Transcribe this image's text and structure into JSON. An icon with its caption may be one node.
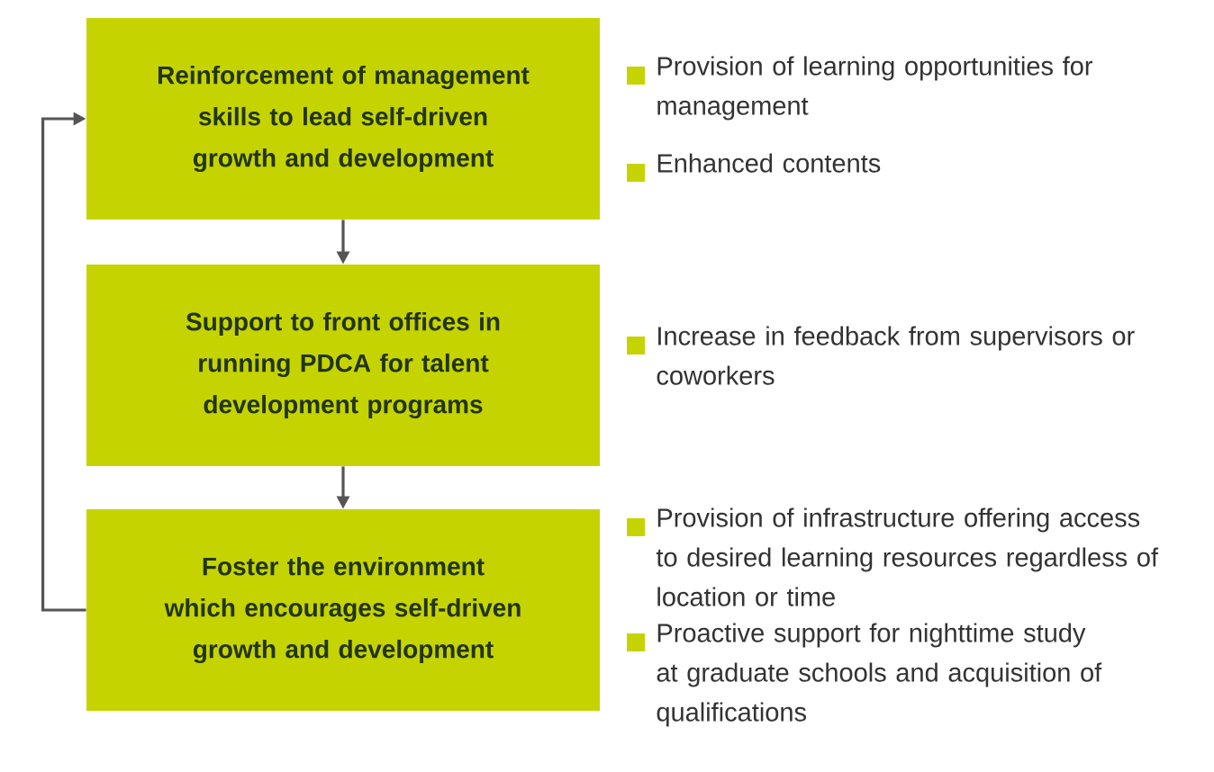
{
  "diagram": {
    "nodes": [
      {
        "text": [
          "Reinforcement of management skills to lead self-driven growth and development"
        ],
        "beside": [
          "Provision of learning opportunities for management",
          "Enhanced contents"
        ]
      },
      {
        "text": [
          "Support to front offices in running PDCA for talent development programs"
        ],
        "beside": [
          "Increase in feedback from supervisors or coworkers"
        ]
      },
      {
        "text": [
          "Foster the environment which encourages self-driven growth and development"
        ],
        "beside": [
          "Provision of infrastructure offering access to desired learning resources regardless of location or time",
          "Proactive support for nighttime study at graduate schools and acquisition of qualifications"
        ]
      }
    ],
    "edges": [
      {
        "from": 0,
        "to": 1,
        "arrow": "to"
      },
      {
        "from": 1,
        "to": 2,
        "arrow": "to"
      },
      {
        "from": 2,
        "to": 0,
        "arrow": "to"
      }
    ]
  }
}
